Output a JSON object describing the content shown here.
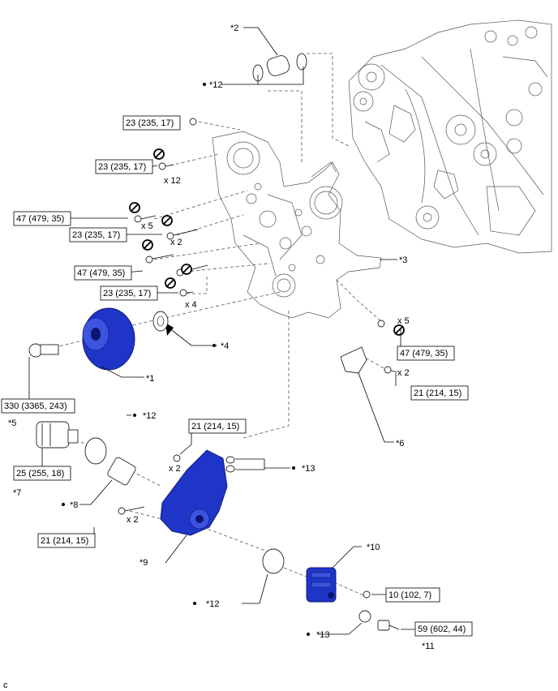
{
  "callouts": {
    "c1": "*1",
    "c2": "*2",
    "c3": "*3",
    "c4": "*4",
    "c5": "*5",
    "c6": "*6",
    "c7": "*7",
    "c8": "*8",
    "c9": "*9",
    "c10": "*10",
    "c11": "*11",
    "c12a": "*12",
    "c12b": "*12",
    "c12c": "*12",
    "c13a": "*13",
    "c13b": "*13"
  },
  "torques": {
    "t1": "23 (235, 17)",
    "t2": "23 (235, 17)",
    "t3": "47 (479, 35)",
    "t4": "23 (235, 17)",
    "t5": "47 (479, 35)",
    "t6": "23 (235, 17)",
    "t7": "47 (479, 35)",
    "t8": "21 (214, 15)",
    "t9": "330 (3365, 243)",
    "t10": "25 (255, 18)",
    "t11": "21 (214, 15)",
    "t12": "21 (214, 15)",
    "t13": "10 (102, 7)",
    "t14": "59 (602, 44)"
  },
  "quantities": {
    "q1": "x 12",
    "q2": "x 5",
    "q3": "x 2",
    "q4": "x 4",
    "q5": "x 5",
    "q6": "x 2",
    "q7": "x 2",
    "q8": "x 2"
  },
  "corner_letter": "c"
}
